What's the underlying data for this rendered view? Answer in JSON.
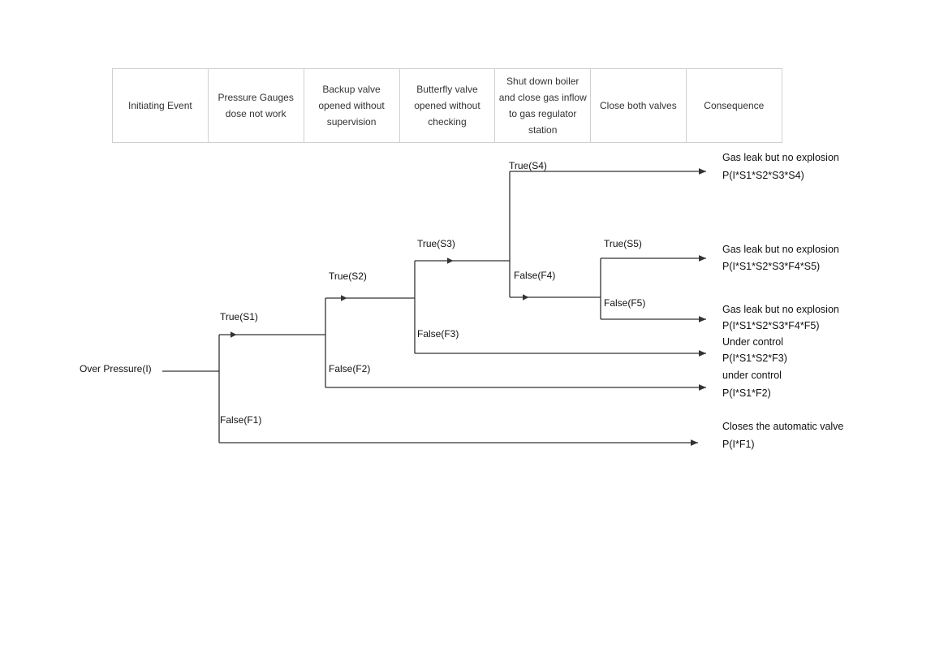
{
  "header": {
    "columns": [
      "Initiating Event",
      "Pressure Gauges dose not work",
      "Backup valve opened without supervision",
      "Butterfly valve opened without checking",
      "Shut down boiler and close gas inflow to gas regulator station",
      "Close both valves",
      "Consequence"
    ]
  },
  "tree": {
    "initiating": "Over Pressure(I)",
    "branches": {
      "s1": "True(S1)",
      "f1": "False(F1)",
      "s2": "True(S2)",
      "f2": "False(F2)",
      "s3": "True(S3)",
      "f3": "False(F3)",
      "s4": "True(S4)",
      "f4": "False(F4)",
      "s5": "True(S5)",
      "f5": "False(F5)"
    },
    "outcomes": [
      {
        "consequence": "Gas leak but no explosion",
        "probability": "P(I*S1*S2*S3*S4)"
      },
      {
        "consequence": "Gas leak but no explosion",
        "probability": "P(I*S1*S2*S3*F4*S5)"
      },
      {
        "consequence": "Gas leak but no explosion",
        "probability": "P(I*S1*S2*S3*F4*F5)"
      },
      {
        "consequence": "Under control",
        "probability": "P(I*S1*S2*F3)"
      },
      {
        "consequence": "under control",
        "probability": "P(I*S1*F2)"
      },
      {
        "consequence": "Closes the automatic valve",
        "probability": "P(I*F1)"
      }
    ]
  },
  "colors": {
    "line": "#333333",
    "border": "#d0d0d0"
  }
}
